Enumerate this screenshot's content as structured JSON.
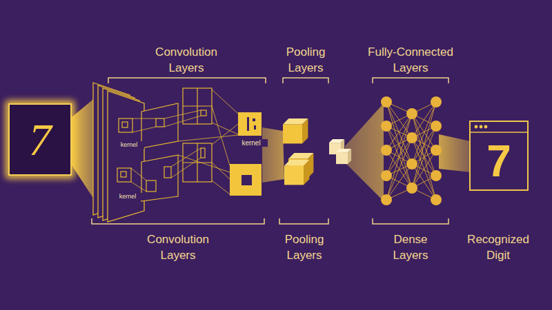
{
  "diagram": {
    "nodes": [
      {
        "text": [
          "7"
        ]
      },
      {
        "text": [
          "7"
        ]
      }
    ],
    "labels": [
      "Convolution Layers",
      "Pooling Layers",
      "Fully-Connected Layers",
      "kernel",
      "kernel",
      "kernel",
      "Convolution Layers",
      "Pooling Layers",
      "Dense Layers",
      "Recognized Digit"
    ]
  }
}
